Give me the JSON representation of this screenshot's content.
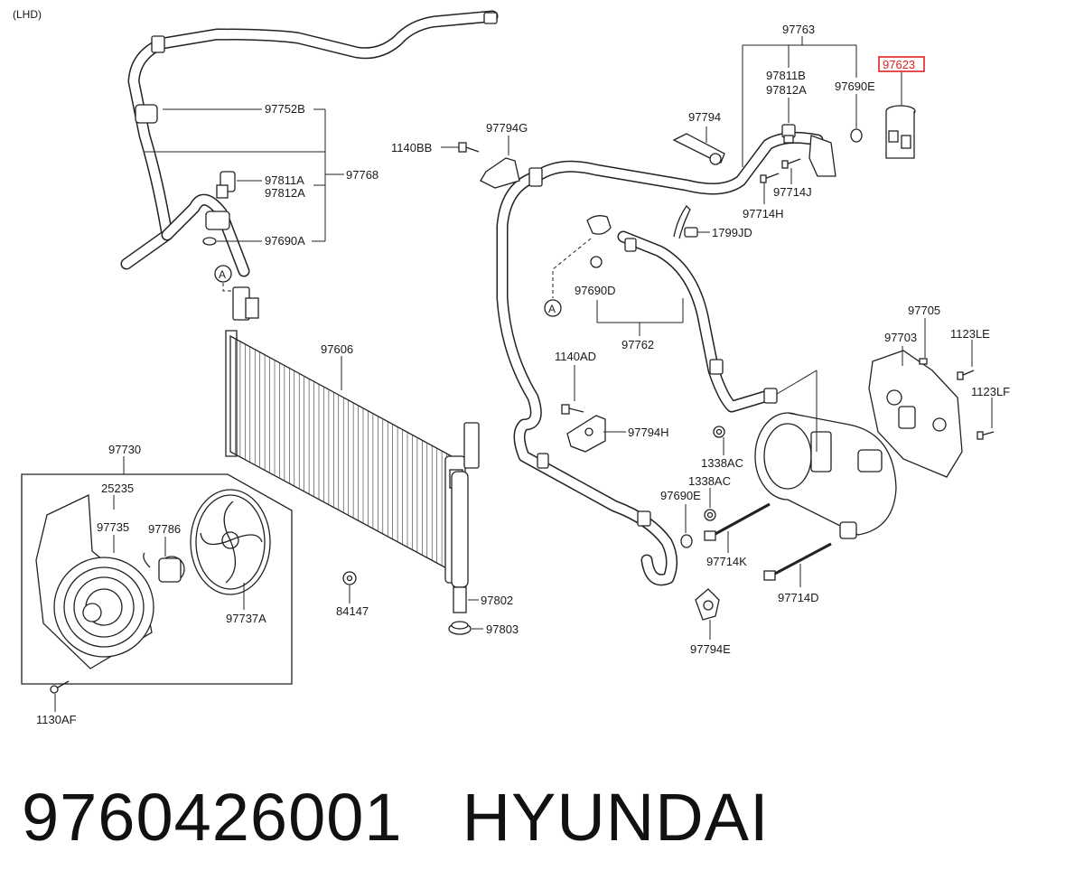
{
  "header": {
    "variant_label": "(LHD)"
  },
  "footer": {
    "part_number": "9760426001",
    "brand": "HYUNDAI"
  },
  "highlight": {
    "part": "97623",
    "color": "#dd2222"
  },
  "callouts": {
    "c97763": "97763",
    "c97623": "97623",
    "c97811B": "97811B",
    "c97812A_r": "97812A",
    "c97690E_t": "97690E",
    "c97794": "97794",
    "c97794G": "97794G",
    "c1140BB": "1140BB",
    "c97752B": "97752B",
    "c97768": "97768",
    "c97811A": "97811A",
    "c97812A_l": "97812A",
    "c97690A": "97690A",
    "c97714J": "97714J",
    "c97714H": "97714H",
    "c1799JD": "1799JD",
    "c97690D": "97690D",
    "c97762": "97762",
    "c97606": "97606",
    "c1140AD": "1140AD",
    "c97705": "97705",
    "c97703": "97703",
    "c1123LE": "1123LE",
    "c1123LF": "1123LF",
    "c97794H": "97794H",
    "c1338AC_a": "1338AC",
    "c1338AC_b": "1338AC",
    "c97690E_b": "97690E",
    "c97714K": "97714K",
    "c97714D": "97714D",
    "c97794E": "97794E",
    "c97730": "97730",
    "c25235": "25235",
    "c97735": "97735",
    "c97786": "97786",
    "c97737A": "97737A",
    "c84147": "84147",
    "c97802": "97802",
    "c97803": "97803",
    "c1130AF": "1130AF",
    "markerA": "A"
  }
}
